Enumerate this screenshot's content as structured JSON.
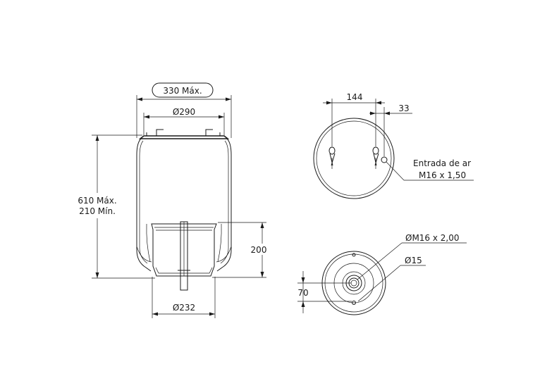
{
  "dimensions": {
    "max_diameter": "330 Máx.",
    "top_diameter": "Ø290",
    "height_max": "610 Máx.",
    "height_min": "210 Mín.",
    "piston_height": "200",
    "bottom_diameter": "Ø232",
    "stud_spacing": "144",
    "air_offset": "33",
    "air_inlet_label": "Entrada de ar",
    "air_inlet_thread": "M16 x 1,50",
    "bottom_thread": "ØM16 x 2,00",
    "bottom_hole": "Ø15",
    "bottom_offset": "70"
  }
}
